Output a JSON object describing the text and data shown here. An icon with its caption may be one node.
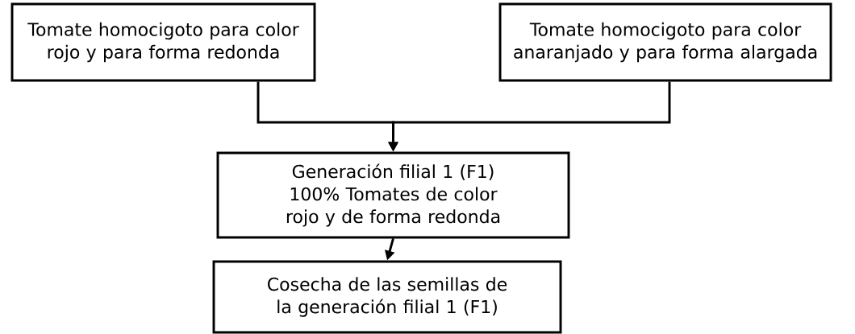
{
  "diagram": {
    "nodes": [
      {
        "text": [
          "Tomate homocigoto para color rojo y para forma redonda"
        ]
      },
      {
        "text": [
          "Tomate homocigoto para color anaranjado y para forma alargada"
        ]
      },
      {
        "text": [
          "Generación filial 1 (F1) 100% Tomates de color rojo y de forma redonda"
        ]
      },
      {
        "text": [
          "Cosecha de las semillas de la generación filial 1 (F1)"
        ]
      }
    ],
    "edges": [
      {
        "from": 0,
        "to": 2,
        "arrow": "to"
      },
      {
        "from": 1,
        "to": 2,
        "arrow": "to"
      },
      {
        "from": 2,
        "to": 3,
        "arrow": "to"
      }
    ]
  }
}
